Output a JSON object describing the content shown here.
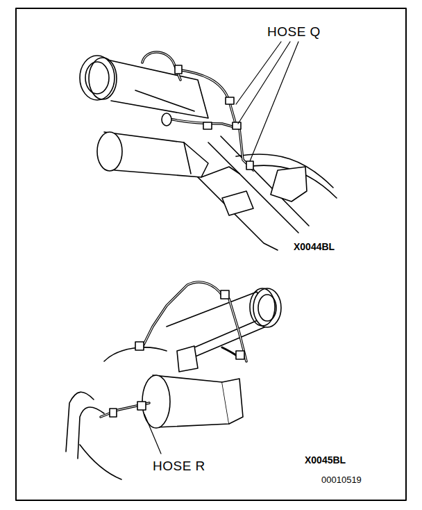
{
  "diagram": {
    "labels": [
      "HOSE Q",
      "X0044BL",
      "HOSE R",
      "X0045BL",
      "00010519"
    ]
  }
}
